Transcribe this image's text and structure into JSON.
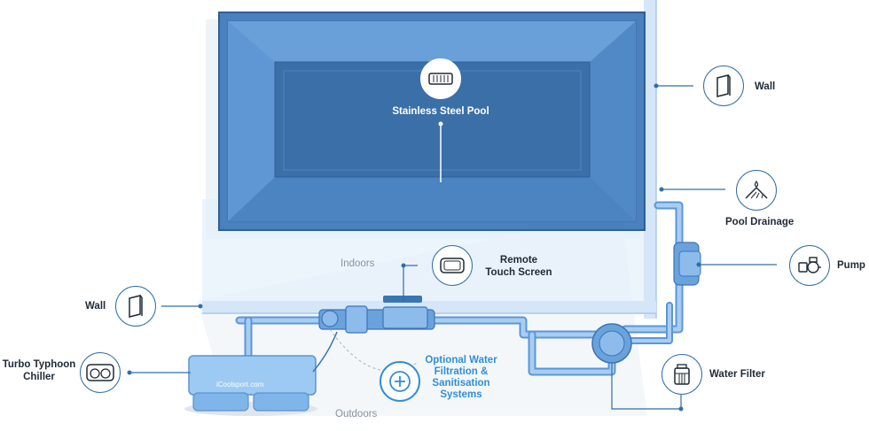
{
  "labels": {
    "pool": "Stainless Steel Pool",
    "wall_right": "Wall",
    "pool_drainage": "Pool Drainage",
    "pump": "Pump",
    "remote": "Remote\nTouch Screen",
    "wall_left": "Wall",
    "chiller": "Turbo Typhoon\nChiller",
    "optional": "Optional Water\nFiltration &\nSanitisation\nSystems",
    "water_filter": "Water Filter",
    "indoors": "Indoors",
    "outdoors": "Outdoors",
    "chiller_brand": "iCoolsport.com"
  },
  "icons": {
    "pool": "pool-grate-icon",
    "wall_right": "wall-panel-icon",
    "pool_drainage": "drainage-icon",
    "pump": "pump-icon",
    "remote": "touch-screen-icon",
    "wall_left": "wall-panel-icon",
    "chiller": "chiller-icon",
    "optional": "plus-icon",
    "water_filter": "water-filter-icon"
  },
  "colors": {
    "pool_outer": "#4f86c4",
    "pool_inner": "#3a6ea7",
    "pipe": "#5b96d6",
    "wall": "#cfe2f7",
    "line": "#2f6fa8",
    "accent_blue": "#2f8fd8"
  }
}
